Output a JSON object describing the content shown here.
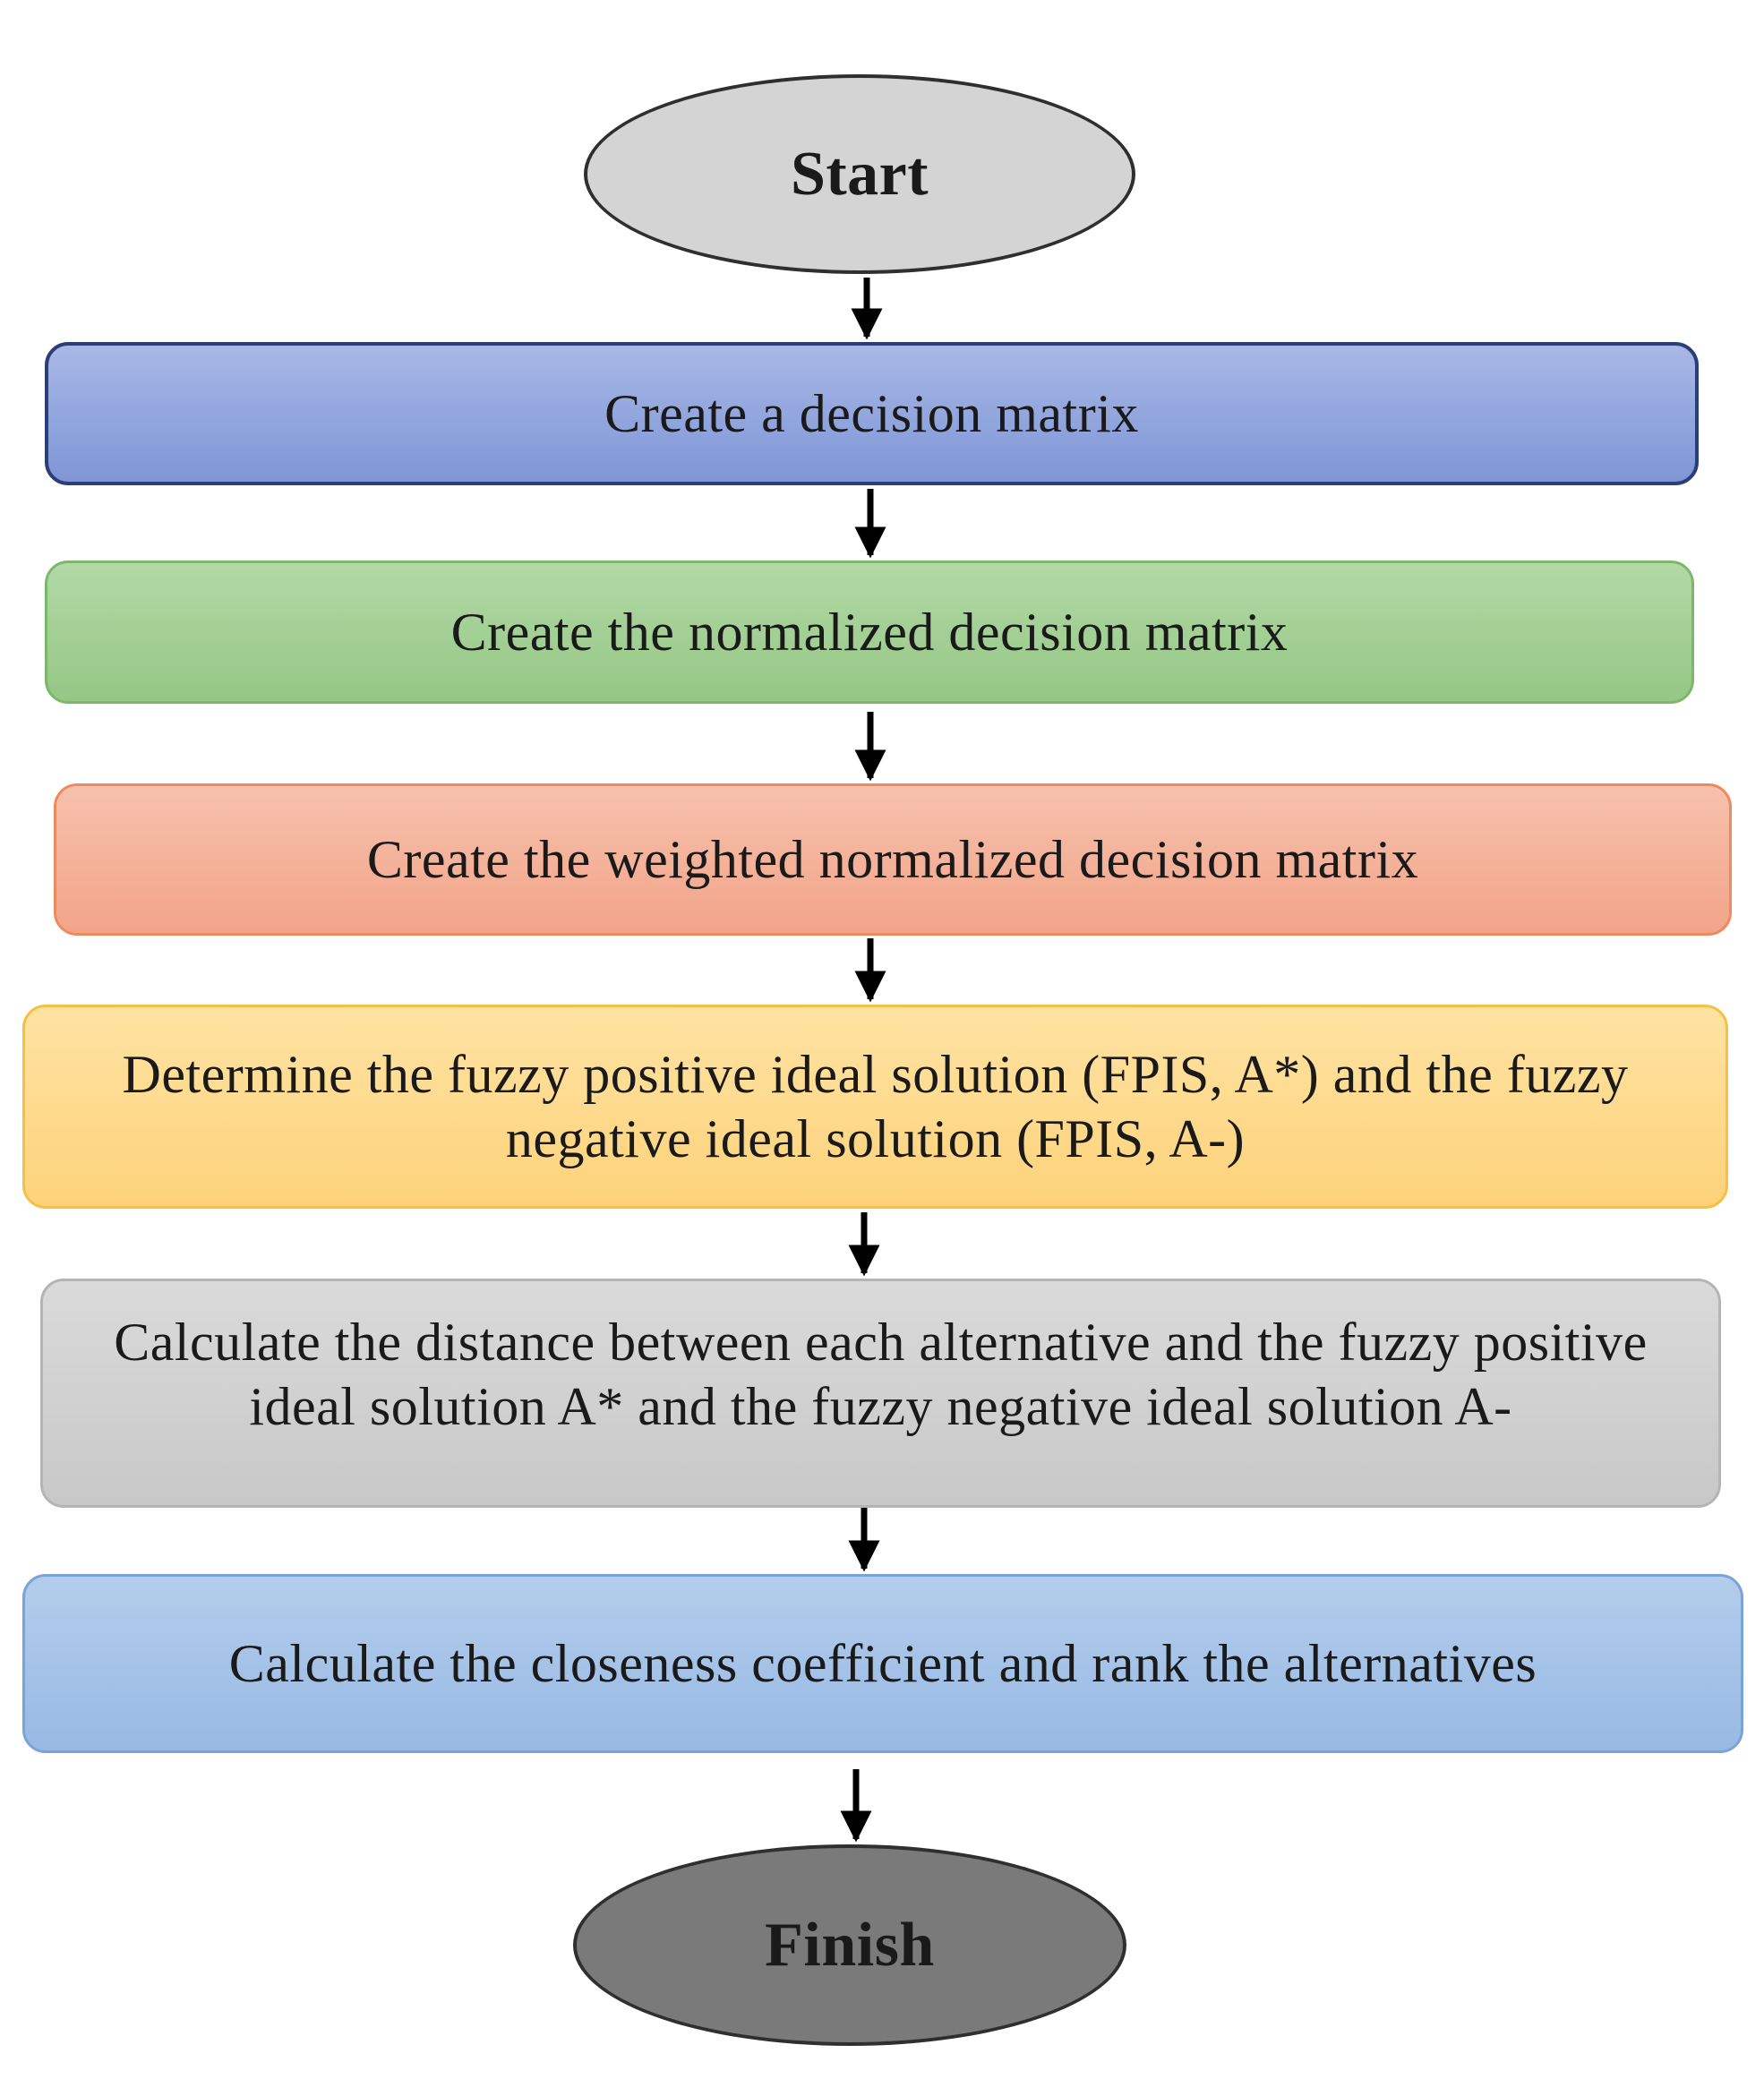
{
  "flowchart": {
    "start": "Start",
    "steps": [
      "Create a decision matrix",
      "Create the normalized decision matrix",
      "Create the weighted normalized decision matrix",
      "Determine the fuzzy positive ideal solution (FPIS, A*) and the fuzzy negative ideal solution (FPIS, A-)",
      "Calculate the distance between each alternative and the fuzzy positive ideal solution A* and the fuzzy negative ideal solution A-",
      "Calculate the closeness coefficient and rank the alternatives"
    ],
    "finish": "Finish"
  },
  "colors": {
    "start_fill": "#d4d4d4",
    "step_1_fill": "#8ea3dc",
    "step_2_fill": "#a3cf94",
    "step_3_fill": "#f4b199",
    "step_4_fill": "#fed98c",
    "step_5_fill": "#d0d0d0",
    "step_6_fill": "#a5c3e8",
    "finish_fill": "#7a7a7a",
    "arrow": "#000000"
  }
}
